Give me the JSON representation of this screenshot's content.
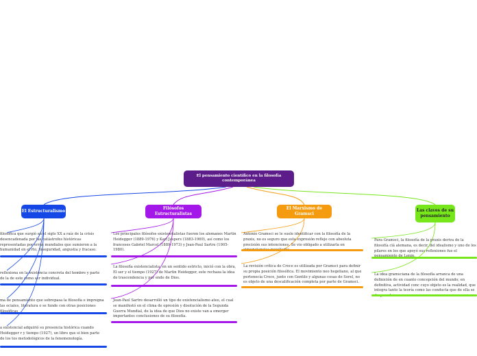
{
  "root": {
    "title": "El pensamiento científico en la filosofía contemporánea"
  },
  "branches": [
    {
      "title": "El Estructuralismo",
      "color": "#1447e6",
      "leaves": [
        "filosófica que surgió en el siglo XX a raíz de la crisis desencadenada por las catástrofes históricas representadas por erras mundiales que sumieron a la humanidad en el rto, inseguridad, angustia y fracaso.",
        "reflexiona en la existencia concreta del hombre y parte de la de este como ser individual.",
        "ma de pensamiento que sobrepasa la filosofía e impregna las ociales, literatura o se funde con otras posiciones filosóficas",
        "a existencial adquirió su presencia histórica cuando Heidegger r y tiempo (1927), un libro que si bien parte de los tos metodológicos de la fenomenología."
      ]
    },
    {
      "title": "Filósofos Estructuralistas",
      "color": "#a317e8",
      "leaves": [
        "Los principales filósofos existencialistas fueron los alemanes Martin Heidegger (1889-1976) y Karl Jaspers (1883-1969), así como los franceses Gabriel Marcel (1889-1973) y Jean-Paul Sartre (1905-1980).",
        "La filosofía existencialista, en un sentido estricto, inició con la obra, El ser y el tiempo (1927) de Martin Heidegger, este rechaza la idea de trascendencia y por ende de Dios.",
        "Jean-Paul Sartre desarrolló un tipo de existencialismo ateo, el cual se manifestó en el clima de opresión y disolución de la Segunda Guerra Mundial, de la idea de que Dios no existe van a emerger importantes conclusiones de su filosofía."
      ]
    },
    {
      "title": "El Marxismo de Gramsci",
      "color": "#f59b0f",
      "leaves": [
        "Antonio Gramsci se le suele identificar con la filosofía de la praxis, no es seguro que esta expresión refleje con absoluta precisión sus intenciones. Se vio obligado a utilizarla en circunstancias peculiares.",
        "La revisión crítica de Croce es utilizada por Gramsci para definir su propia posición filosófica. El movimiento neo hegeliano, al que pertenecía Croce, junto con Gentile y algunas cosas de Sorel, no es objeto de una descalificación completa por parte de Gramsci."
      ]
    },
    {
      "title": "Las claves de su pensamiento",
      "color": "#77e61a",
      "leaves": [
        "Para Gramsci, la filosofía de la praxis deriva de la filosofía clá alemana, es decir, del idealismo y uno de los pilares en los que apoyó sus reflexiones fue el pensamiento de Lenin.",
        "La idea gramsciana de la filosofía arranca de una definición de en cuanto concepción del mundo; en definitiva, actividad conc cuyo objeto es la realidad, que integra tanto la teoría como las conducta que de ella se desprenden."
      ]
    }
  ]
}
